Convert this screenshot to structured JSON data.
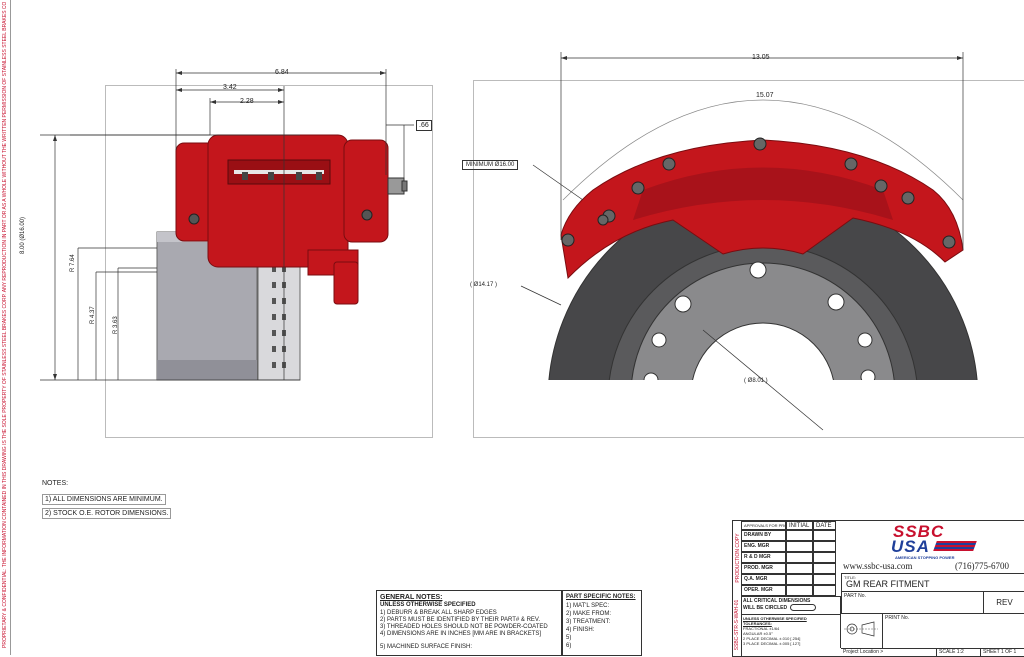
{
  "dims_side": {
    "d684": "6.84",
    "d342": "3.42",
    "d228": "2.28",
    "d066": ".66",
    "d800": "8.00 (Ø16.00)",
    "d764": "R 7.64",
    "d437": "R 4.37",
    "d363": "R 3.63"
  },
  "dims_front": {
    "d1305": "13.05",
    "d1507": "15.07",
    "min": "MINIMUM Ø16.00",
    "d1417": "( Ø14.17 )",
    "d801": "( Ø8.01 )"
  },
  "side_text": {
    "left_strip": "PROPRIETARY & CONFIDENTIAL: THE INFORMATION CONTAINED IN THIS DRAWING IS THE SOLE PROPERTY OF STAINLESS STEEL BRAKES CORP. ANY REPRODUCTION IN PART OR AS A WHOLE WITHOUT THE WRITTEN PERMISSION OF STAINLESS STEEL BRAKES CORP. IS PROHIBITED"
  },
  "notes": {
    "header": "NOTES:",
    "n1": "1) ALL DIMENSIONS ARE MINIMUM.",
    "n2": "2) STOCK O.E. ROTOR DIMENSIONS."
  },
  "general_notes": {
    "title": "GENERAL NOTES:",
    "sub": "UNLESS OTHERWISE SPECIFIED",
    "g1": "1) DEBURR & BREAK ALL SHARP EDGES",
    "g2": "2) PARTS MUST BE IDENTIFIED BY THEIR PART# & REV.",
    "g3": "3) THREADED HOLES SHOULD NOT BE POWDER-COATED",
    "g4": "4) DIMENSIONS ARE IN INCHES [MM ARE IN BRACKETS]",
    "g5": "5) MACHINED SURFACE FINISH:"
  },
  "part_notes": {
    "title": "PART SPECIFIC NOTES:",
    "p1": "1) MAT'L SPEC:",
    "p2": "2) MAKE FROM:",
    "p3": "3) TREATMENT:",
    "p4": "4) FINISH:",
    "p5": "5)",
    "p6": "6)"
  },
  "title_block": {
    "approvals": "APPROVALS FOR PRODUCTION",
    "initial": "INITIAL",
    "date": "DATE",
    "drawn_by": "DRAWN BY",
    "eng_mgr": "ENG. MGR",
    "rd_mgr": "R & D MGR",
    "prod_mgr": "PROD. MGR",
    "qa_mgr": "Q.A. MGR",
    "oper_mgr": "OPER. MGR",
    "vertical_1": "PRODUCTION COPY",
    "vertical_2": "SSBC-STR-S-WAH-01",
    "logo_top": "SSBC",
    "logo_bottom": "USA",
    "tagline": "AMERICAN STOPPING POWER",
    "website": "www.ssbc-usa.com",
    "phone": "(716)775-6700",
    "title_label": "TITLE:",
    "title": "GM REAR FITMENT",
    "part_no_label": "PART No.",
    "rev_label": "REV",
    "print_no_label": "PRINT No.",
    "critical_1": "ALL CRITICAL DIMENSIONS",
    "critical_2": "WILL BE CIRCLED",
    "tol_1": "UNLESS OTHERWISE SPECIFIED",
    "tol_2": "TOLERANCES:",
    "tol_3": "FRACTIONAL ±1/64",
    "tol_4": "ANGULAR ±0.5°",
    "tol_5": "2 PLACE DECIMAL ±.010 [.254]",
    "tol_6": "3 PLACE DECIMAL ±.005 [.127]",
    "project": "Project Location >",
    "scale": "SCALE 1:2",
    "sheet": "SHEET 1 OF 1"
  }
}
